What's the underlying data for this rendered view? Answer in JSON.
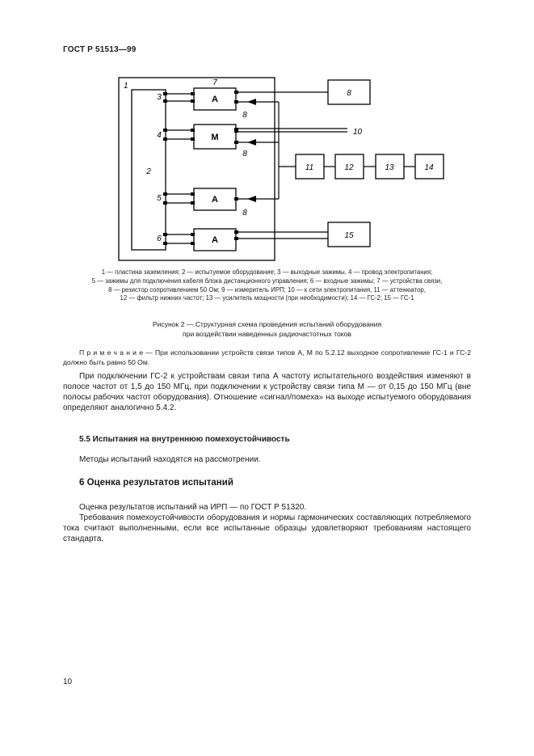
{
  "header": {
    "doc_code": "ГОСТ Р 51513—99"
  },
  "figure": {
    "coupler_a": "А",
    "coupler_m": "М",
    "callouts": {
      "n1": "1",
      "n2": "2",
      "n3": "3",
      "n4": "4",
      "n5": "5",
      "n6": "6",
      "n7": "7",
      "n8": "8",
      "n10": "10",
      "n11": "11",
      "n12": "12",
      "n13": "13",
      "n14": "14",
      "n15": "15"
    },
    "legend": [
      "1 — пластина заземления; 2 — испытуемое оборудование; 3 — выходные зажимы, 4 — провод электропитания;",
      "5 — зажимы для подключения кабеля блока дистанционного управления; 6 — входные зажимы; 7 — устройства связи,",
      "8 — резистор сопротивлением 50 Ом; 9 — измеритель ИРП; 10 — к сети электропитания, 11 — аттенюатор,",
      "12 — фильтр нижних частот; 13 — усилитель мощности (при необходимости); 14 — ГС-2; 15 — ГС-1"
    ],
    "caption_line1": "Рисунок 2 — Структурная схема проведения испытаний оборудования",
    "caption_line2": "при воздействии наведенных радиочастотных токов"
  },
  "note": {
    "label": "П р и м е ч а н и е",
    "text": " — При использовании устройств связи типов А, М по 5.2.12 выходное сопротивление ГС-1 и ГС-2 должно быть равно 50 Ом."
  },
  "body": {
    "p1": "При подключении ГС-2 к устройствам связи типа А частоту испытательного воздействия изменяют в полосе частот от 1,5 до 150 МГц, при подключении к устройству связи типа М — от 0,15 до 150 МГц (вне полосы рабочих частот оборудования). Отношение «сигнал/помеха» на выходе испытуемого оборудования определяют аналогично 5.4.2.",
    "heading_55": "5.5 Испытания на внутреннюю помехоустойчивость",
    "p2": "Методы испытаний находятся на рассмотрении.",
    "heading_6": "6 Оценка результатов испытаний",
    "p3": "Оценка результатов испытаний на ИРП — по ГОСТ Р 51320.",
    "p4": "Требования помехоустойчивости оборудования и нормы гармонических составляющих потребляемого тока считают выполненными, если все испытанные образцы удовлетворяют требованиям настоящего стандарта."
  },
  "footer": {
    "page_number": "10"
  }
}
